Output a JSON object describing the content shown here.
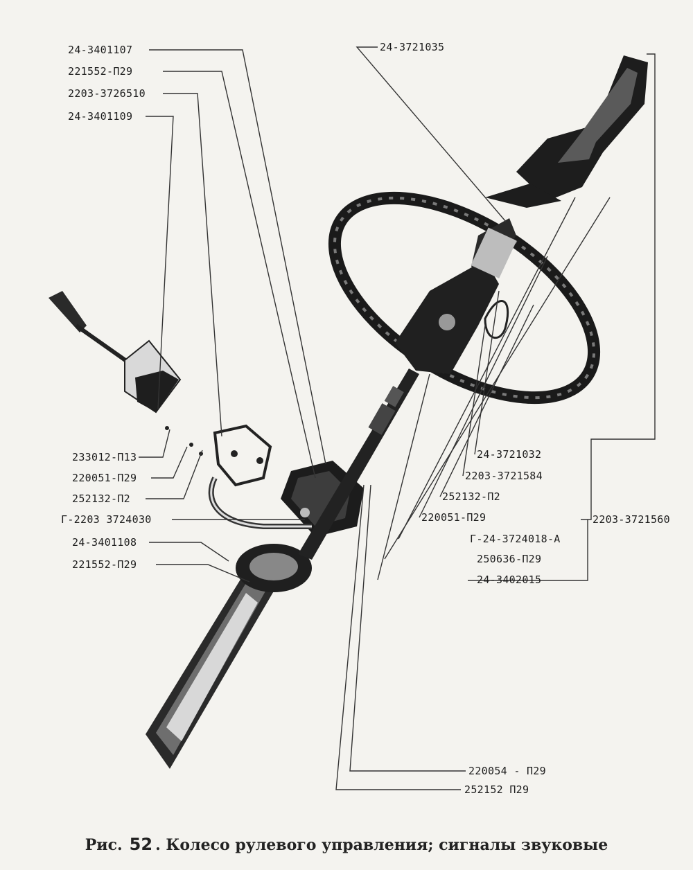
{
  "figure": {
    "caption_prefix": "Рис.",
    "caption_number": "52",
    "caption_text": ". Колесо рулевого управления; сигналы звуковые"
  },
  "labels_left": [
    "24-3401107",
    "221552-П29",
    "2203-3726510",
    "24-3401109",
    "233012-П13",
    "220051-П29",
    "252132-П2",
    "Г-2203 3724030",
    "24-3401108",
    "221552-П29"
  ],
  "labels_right": [
    "24-3721035",
    "24-3721032",
    "2203-3721584",
    "252132-П2",
    "220051-П29",
    "Г-24-3724018-А",
    "250636-П29",
    "24-3402015",
    "2203-3721560",
    "220054 - П29",
    "252152    П29"
  ]
}
